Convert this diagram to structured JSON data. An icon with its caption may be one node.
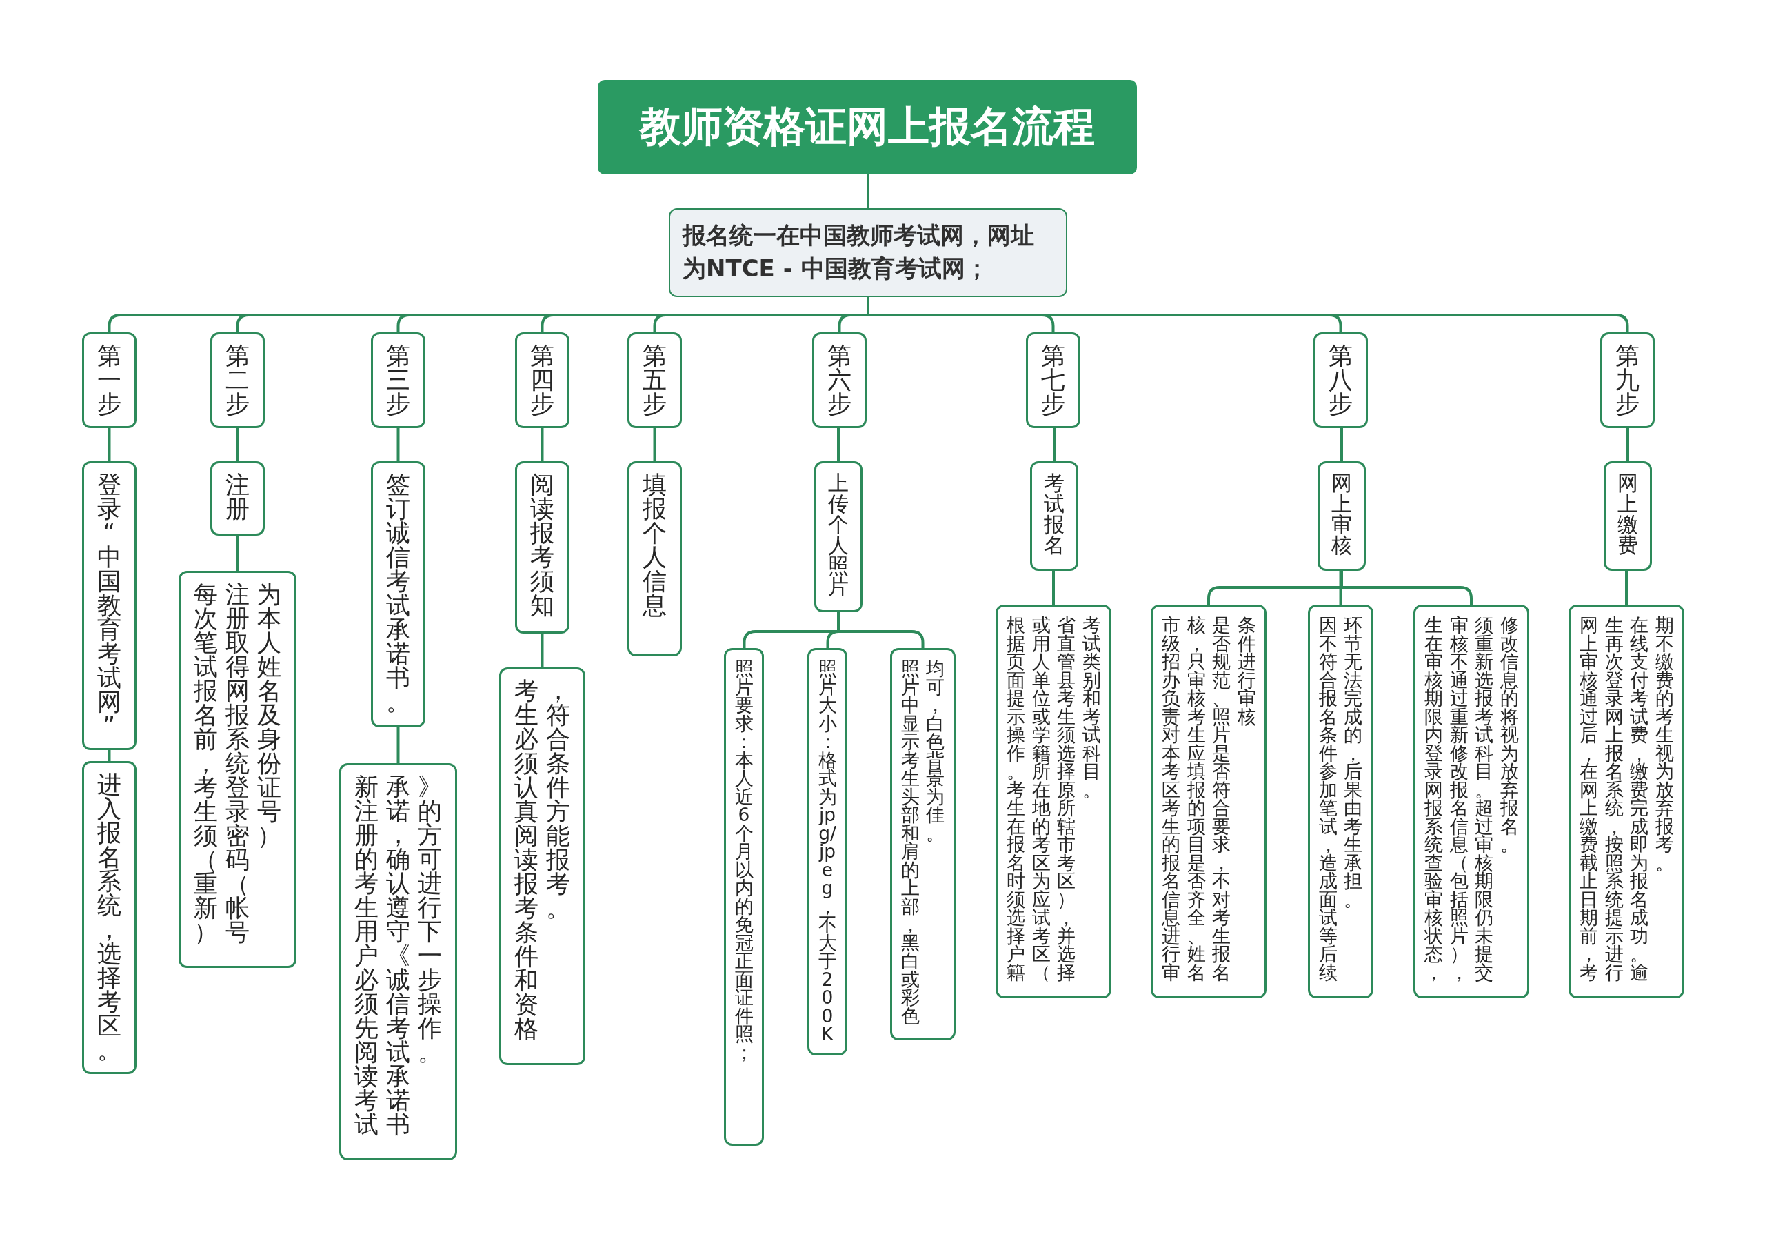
{
  "diagram": {
    "nodes": [
      {
        "text": [
          "教师资格证网上报名流程"
        ]
      },
      {
        "text": [
          "报名统一在中国教师考试网，网址为NTCE - 中国教育考试网；"
        ]
      },
      {
        "text": [
          "第一步"
        ]
      },
      {
        "text": [
          "登录“中国教育考试网”"
        ]
      },
      {
        "text": [
          "进入报名系统，选择考区。"
        ]
      },
      {
        "text": [
          "第二步"
        ]
      },
      {
        "text": [
          "注册"
        ]
      },
      {
        "text": [
          "每次笔试报名前，考生须（重新）注册取得网报系统登录密码（帐号为本人姓名及身份证号）"
        ]
      },
      {
        "text": [
          "第三步"
        ]
      },
      {
        "text": [
          "签订诚信考试承诺书。"
        ]
      },
      {
        "text": [
          "新注册的考生用户必须先阅读考试承诺，确认遵守《诚信考试承诺书》的方可进行下一步操作。"
        ]
      },
      {
        "text": [
          "第四步"
        ]
      },
      {
        "text": [
          "阅读报考须知"
        ]
      },
      {
        "text": [
          "考生必须认真阅读报考条件和资格，符合条件方能报考。"
        ]
      },
      {
        "text": [
          "第五步"
        ]
      },
      {
        "text": [
          "填报个人信息"
        ]
      },
      {
        "text": [
          "第六步"
        ]
      },
      {
        "text": [
          "上传个人照片"
        ]
      },
      {
        "text": [
          "照片要求：本人近6个月以内的免冠正面证件照；"
        ]
      },
      {
        "text": [
          "照片大小：格式为jpg/jpeg，不大于200K"
        ]
      },
      {
        "text": [
          "照片中显示考生头部和肩的上部，黑白或彩色均可，白色背景为佳。"
        ]
      },
      {
        "text": [
          "第七步"
        ]
      },
      {
        "text": [
          "考试报名"
        ]
      },
      {
        "text": [
          "根据页面提示操作。考生在报名时须选择户籍或用人单位或学籍所在地的考区为应试考区（省直管县考生须选择原所辖市考区），并选择考试类别和考试科目。"
        ]
      },
      {
        "text": [
          "第八步"
        ]
      },
      {
        "text": [
          "网上审核"
        ]
      },
      {
        "text": [
          "市级招办负责对本考区考生的报名信息进行审核，只审核考生应填报的项目是否齐全、姓名是否规范、照片是否符合要求，不对考生报名条件进行审核"
        ]
      },
      {
        "text": [
          "因不符合报名条件参加笔试，造成面试等后续环节无法完成的，后果由考生承担。"
        ]
      },
      {
        "text": [
          "生在审核期限内登录网报系统查验审核状态，审核不通过重新修改报名信息（包括照片），须重新选报考试科目。超过审核期限仍未提交修改信息的将视为放弃报名。"
        ]
      },
      {
        "text": [
          "第九步"
        ]
      },
      {
        "text": [
          "网上缴费"
        ]
      },
      {
        "text": [
          "网上审核通过后，在网上缴费截止日期前，考生再次登录网上报名系统，按照系统提示进行在线支付考试费，缴费完成即为报名成功。逾期不缴费的考生视为放弃报考。"
        ]
      }
    ],
    "edges": [
      {
        "from": 0,
        "to": 1,
        "arrow": "none"
      },
      {
        "from": 1,
        "to": 2,
        "arrow": "none"
      },
      {
        "from": 1,
        "to": 5,
        "arrow": "none"
      },
      {
        "from": 1,
        "to": 8,
        "arrow": "none"
      },
      {
        "from": 1,
        "to": 11,
        "arrow": "none"
      },
      {
        "from": 1,
        "to": 14,
        "arrow": "none"
      },
      {
        "from": 1,
        "to": 16,
        "arrow": "none"
      },
      {
        "from": 1,
        "to": 21,
        "arrow": "none"
      },
      {
        "from": 1,
        "to": 24,
        "arrow": "none"
      },
      {
        "from": 1,
        "to": 29,
        "arrow": "none"
      },
      {
        "from": 2,
        "to": 3,
        "arrow": "none"
      },
      {
        "from": 3,
        "to": 4,
        "arrow": "none"
      },
      {
        "from": 5,
        "to": 6,
        "arrow": "none"
      },
      {
        "from": 6,
        "to": 7,
        "arrow": "none"
      },
      {
        "from": 8,
        "to": 9,
        "arrow": "none"
      },
      {
        "from": 9,
        "to": 10,
        "arrow": "none"
      },
      {
        "from": 11,
        "to": 12,
        "arrow": "none"
      },
      {
        "from": 12,
        "to": 13,
        "arrow": "none"
      },
      {
        "from": 14,
        "to": 15,
        "arrow": "none"
      },
      {
        "from": 16,
        "to": 17,
        "arrow": "none"
      },
      {
        "from": 17,
        "to": 18,
        "arrow": "none"
      },
      {
        "from": 17,
        "to": 19,
        "arrow": "none"
      },
      {
        "from": 17,
        "to": 20,
        "arrow": "none"
      },
      {
        "from": 21,
        "to": 22,
        "arrow": "none"
      },
      {
        "from": 22,
        "to": 23,
        "arrow": "none"
      },
      {
        "from": 24,
        "to": 25,
        "arrow": "none"
      },
      {
        "from": 25,
        "to": 26,
        "arrow": "none"
      },
      {
        "from": 25,
        "to": 27,
        "arrow": "none"
      },
      {
        "from": 25,
        "to": 28,
        "arrow": "none"
      },
      {
        "from": 29,
        "to": 30,
        "arrow": "none"
      },
      {
        "from": 30,
        "to": 31,
        "arrow": "none"
      }
    ]
  }
}
